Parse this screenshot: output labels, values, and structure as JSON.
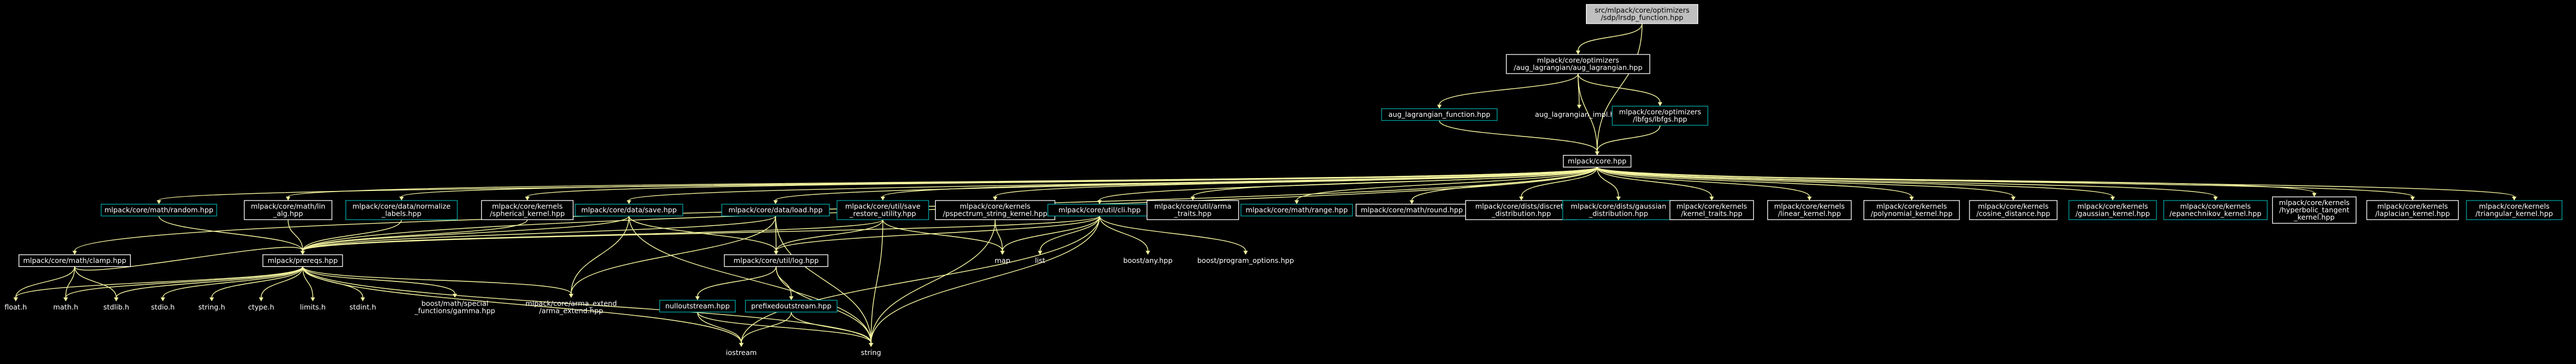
{
  "title": "",
  "colors": {
    "background": "#000000",
    "edge": "#f5f5a0",
    "node_border": "#ffffff",
    "linked_node_border": "#00a0a0",
    "root_fill": "#bfbfbf",
    "text": "#ffffff"
  },
  "nodes": [
    {
      "id": "root",
      "lines": [
        "src/mlpack/core/optimizers",
        "/sdp/lrsdp_function.hpp"
      ],
      "kind": "root"
    },
    {
      "id": "auglag",
      "lines": [
        "mlpack/core/optimizers",
        "/aug_lagrangian/aug_lagrangian.hpp"
      ],
      "kind": "plain"
    },
    {
      "id": "alf",
      "lines": [
        "aug_lagrangian_function.hpp"
      ],
      "kind": "linked"
    },
    {
      "id": "alimpl",
      "lines": [
        "aug_lagrangian_impl.hpp"
      ],
      "kind": "text"
    },
    {
      "id": "lbfgs",
      "lines": [
        "mlpack/core/optimizers",
        "/lbfgs/lbfgs.hpp"
      ],
      "kind": "linked"
    },
    {
      "id": "core",
      "lines": [
        "mlpack/core.hpp"
      ],
      "kind": "plain"
    },
    {
      "id": "random",
      "lines": [
        "mlpack/core/math/random.hpp"
      ],
      "kind": "linked"
    },
    {
      "id": "lin_alg",
      "lines": [
        "mlpack/core/math/lin",
        "_alg.hpp"
      ],
      "kind": "plain"
    },
    {
      "id": "normalize",
      "lines": [
        "mlpack/core/data/normalize",
        "_labels.hpp"
      ],
      "kind": "linked"
    },
    {
      "id": "spherical",
      "lines": [
        "mlpack/core/kernels",
        "/spherical_kernel.hpp"
      ],
      "kind": "plain"
    },
    {
      "id": "save",
      "lines": [
        "mlpack/core/data/save.hpp"
      ],
      "kind": "linked"
    },
    {
      "id": "load",
      "lines": [
        "mlpack/core/data/load.hpp"
      ],
      "kind": "linked"
    },
    {
      "id": "restore",
      "lines": [
        "mlpack/core/util/save",
        "_restore_utility.hpp"
      ],
      "kind": "linked"
    },
    {
      "id": "pspectrum",
      "lines": [
        "mlpack/core/kernels",
        "/pspectrum_string_kernel.hpp"
      ],
      "kind": "plain"
    },
    {
      "id": "cli",
      "lines": [
        "mlpack/core/util/cli.hpp"
      ],
      "kind": "linked"
    },
    {
      "id": "arma_traits",
      "lines": [
        "mlpack/core/util/arma",
        "_traits.hpp"
      ],
      "kind": "plain"
    },
    {
      "id": "range",
      "lines": [
        "mlpack/core/math/range.hpp"
      ],
      "kind": "linked"
    },
    {
      "id": "round",
      "lines": [
        "mlpack/core/math/round.hpp"
      ],
      "kind": "plain"
    },
    {
      "id": "discrete",
      "lines": [
        "mlpack/core/dists/discrete",
        "_distribution.hpp"
      ],
      "kind": "plain"
    },
    {
      "id": "gaussian_dist",
      "lines": [
        "mlpack/core/dists/gaussian",
        "_distribution.hpp"
      ],
      "kind": "linked"
    },
    {
      "id": "kernel_traits",
      "lines": [
        "mlpack/core/kernels",
        "/kernel_traits.hpp"
      ],
      "kind": "plain"
    },
    {
      "id": "linear",
      "lines": [
        "mlpack/core/kernels",
        "/linear_kernel.hpp"
      ],
      "kind": "plain"
    },
    {
      "id": "polynomial",
      "lines": [
        "mlpack/core/kernels",
        "/polynomial_kernel.hpp"
      ],
      "kind": "plain"
    },
    {
      "id": "cosine",
      "lines": [
        "mlpack/core/kernels",
        "/cosine_distance.hpp"
      ],
      "kind": "plain"
    },
    {
      "id": "gaussian_k",
      "lines": [
        "mlpack/core/kernels",
        "/gaussian_kernel.hpp"
      ],
      "kind": "linked"
    },
    {
      "id": "epan",
      "lines": [
        "mlpack/core/kernels",
        "/epanechnikov_kernel.hpp"
      ],
      "kind": "linked"
    },
    {
      "id": "hyperbolic",
      "lines": [
        "mlpack/core/kernels",
        "/hyperbolic_tangent",
        "_kernel.hpp"
      ],
      "kind": "plain"
    },
    {
      "id": "laplacian",
      "lines": [
        "mlpack/core/kernels",
        "/laplacian_kernel.hpp"
      ],
      "kind": "plain"
    },
    {
      "id": "triangular",
      "lines": [
        "mlpack/core/kernels",
        "/triangular_kernel.hpp"
      ],
      "kind": "linked"
    },
    {
      "id": "clamp",
      "lines": [
        "mlpack/core/math/clamp.hpp"
      ],
      "kind": "plain"
    },
    {
      "id": "prereqs",
      "lines": [
        "mlpack/prereqs.hpp"
      ],
      "kind": "plain"
    },
    {
      "id": "log",
      "lines": [
        "mlpack/core/util/log.hpp"
      ],
      "kind": "plain"
    },
    {
      "id": "map",
      "lines": [
        "map"
      ],
      "kind": "text"
    },
    {
      "id": "list",
      "lines": [
        "list"
      ],
      "kind": "text"
    },
    {
      "id": "any",
      "lines": [
        "boost/any.hpp"
      ],
      "kind": "text"
    },
    {
      "id": "progopts",
      "lines": [
        "boost/program_options.hpp"
      ],
      "kind": "text"
    },
    {
      "id": "float",
      "lines": [
        "float.h"
      ],
      "kind": "text"
    },
    {
      "id": "math",
      "lines": [
        "math.h"
      ],
      "kind": "text"
    },
    {
      "id": "stdlib",
      "lines": [
        "stdlib.h"
      ],
      "kind": "text"
    },
    {
      "id": "stdio",
      "lines": [
        "stdio.h"
      ],
      "kind": "text"
    },
    {
      "id": "string_h",
      "lines": [
        "string.h"
      ],
      "kind": "text"
    },
    {
      "id": "ctype",
      "lines": [
        "ctype.h"
      ],
      "kind": "text"
    },
    {
      "id": "limits",
      "lines": [
        "limits.h"
      ],
      "kind": "text"
    },
    {
      "id": "stdint",
      "lines": [
        "stdint.h"
      ],
      "kind": "text"
    },
    {
      "id": "gamma",
      "lines": [
        "boost/math/special",
        "_functions/gamma.hpp"
      ],
      "kind": "text"
    },
    {
      "id": "arma_ext",
      "lines": [
        "mlpack/core/arma_extend",
        "/arma_extend.hpp"
      ],
      "kind": "text"
    },
    {
      "id": "nulloutstream",
      "lines": [
        "nulloutstream.hpp"
      ],
      "kind": "linked"
    },
    {
      "id": "prefixed",
      "lines": [
        "prefixedoutstream.hpp"
      ],
      "kind": "linked"
    },
    {
      "id": "iostream",
      "lines": [
        "iostream"
      ],
      "kind": "text"
    },
    {
      "id": "string",
      "lines": [
        "string"
      ],
      "kind": "text"
    }
  ],
  "edges": [
    [
      "root",
      "auglag"
    ],
    [
      "root",
      "core"
    ],
    [
      "auglag",
      "alf"
    ],
    [
      "auglag",
      "alimpl"
    ],
    [
      "auglag",
      "lbfgs"
    ],
    [
      "auglag",
      "core"
    ],
    [
      "alf",
      "core"
    ],
    [
      "lbfgs",
      "core"
    ],
    [
      "core",
      "random"
    ],
    [
      "core",
      "lin_alg"
    ],
    [
      "core",
      "normalize"
    ],
    [
      "core",
      "spherical"
    ],
    [
      "core",
      "save"
    ],
    [
      "core",
      "load"
    ],
    [
      "core",
      "restore"
    ],
    [
      "core",
      "pspectrum"
    ],
    [
      "core",
      "cli"
    ],
    [
      "core",
      "arma_traits"
    ],
    [
      "core",
      "range"
    ],
    [
      "core",
      "round"
    ],
    [
      "core",
      "discrete"
    ],
    [
      "core",
      "gaussian_dist"
    ],
    [
      "core",
      "kernel_traits"
    ],
    [
      "core",
      "linear"
    ],
    [
      "core",
      "polynomial"
    ],
    [
      "core",
      "cosine"
    ],
    [
      "core",
      "gaussian_k"
    ],
    [
      "core",
      "epan"
    ],
    [
      "core",
      "hyperbolic"
    ],
    [
      "core",
      "laplacian"
    ],
    [
      "core",
      "triangular"
    ],
    [
      "core",
      "clamp"
    ],
    [
      "core",
      "prereqs"
    ],
    [
      "random",
      "prereqs"
    ],
    [
      "lin_alg",
      "prereqs"
    ],
    [
      "normalize",
      "prereqs"
    ],
    [
      "spherical",
      "prereqs"
    ],
    [
      "save",
      "prereqs"
    ],
    [
      "load",
      "prereqs"
    ],
    [
      "restore",
      "prereqs"
    ],
    [
      "cli",
      "prereqs"
    ],
    [
      "clamp",
      "prereqs"
    ],
    [
      "save",
      "log"
    ],
    [
      "load",
      "log"
    ],
    [
      "restore",
      "log"
    ],
    [
      "cli",
      "log"
    ],
    [
      "pspectrum",
      "map"
    ],
    [
      "pspectrum",
      "string"
    ],
    [
      "restore",
      "map"
    ],
    [
      "restore",
      "string"
    ],
    [
      "cli",
      "map"
    ],
    [
      "cli",
      "list"
    ],
    [
      "cli",
      "any"
    ],
    [
      "cli",
      "progopts"
    ],
    [
      "cli",
      "iostream"
    ],
    [
      "cli",
      "string"
    ],
    [
      "save",
      "string"
    ],
    [
      "load",
      "string"
    ],
    [
      "save",
      "arma_ext"
    ],
    [
      "load",
      "arma_ext"
    ],
    [
      "clamp",
      "float"
    ],
    [
      "clamp",
      "math"
    ],
    [
      "clamp",
      "stdlib"
    ],
    [
      "prereqs",
      "float"
    ],
    [
      "prereqs",
      "math"
    ],
    [
      "prereqs",
      "stdlib"
    ],
    [
      "prereqs",
      "stdio"
    ],
    [
      "prereqs",
      "string_h"
    ],
    [
      "prereqs",
      "ctype"
    ],
    [
      "prereqs",
      "limits"
    ],
    [
      "prereqs",
      "stdint"
    ],
    [
      "prereqs",
      "gamma"
    ],
    [
      "prereqs",
      "arma_ext"
    ],
    [
      "prereqs",
      "iostream"
    ],
    [
      "prereqs",
      "string"
    ],
    [
      "log",
      "nulloutstream"
    ],
    [
      "log",
      "prefixed"
    ],
    [
      "log",
      "string"
    ],
    [
      "nulloutstream",
      "iostream"
    ],
    [
      "nulloutstream",
      "string"
    ],
    [
      "prefixed",
      "iostream"
    ],
    [
      "prefixed",
      "string"
    ]
  ]
}
